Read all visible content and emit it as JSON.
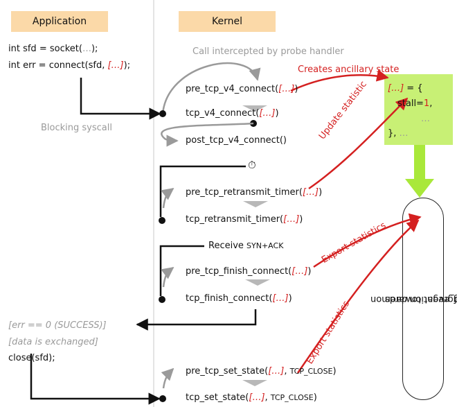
{
  "headers": {
    "application": "Application",
    "kernel": "Kernel"
  },
  "app": {
    "line1_pre": "int sfd = socket(",
    "line1_args": "…",
    "line1_post": ");",
    "line2_pre": "int err = connect(sfd, ",
    "line2_args": "[…]",
    "line2_post": ");",
    "blocking": "Blocking syscall",
    "result1": "[err == 0 (SUCCESS)]",
    "result2": "[data is exchanged]",
    "close": "close(sfd);"
  },
  "kernel": {
    "intercept": "Call intercepted by probe handler",
    "pre_connect": "pre_tcp_v4_connect(",
    "connect": "tcp_v4_connect(",
    "post_connect": "post_tcp_v4_connect()",
    "stopwatch": "⏱",
    "pre_retransmit": "pre_tcp_retransmit_timer(",
    "retransmit": "tcp_retransmit_timer(",
    "receive": "Receive ",
    "synack": "SYN+ACK",
    "pre_finish": "pre_tcp_finish_connect(",
    "finish": "tcp_finish_connect(",
    "pre_set_state": "pre_tcp_set_state(",
    "set_state": "tcp_set_state(",
    "tcp_close": "TCP_CLOSE",
    "args": "[…]",
    "close_paren": ")",
    "comma": ", "
  },
  "annotations": {
    "creates": "Creates ancillary state",
    "update": "Update statistic",
    "export1": "Export statistics",
    "export2": "Export statistics"
  },
  "state": {
    "line1_args": "[…]",
    "line1_rest": " = {",
    "line2_key": "stall=",
    "line2_val": "1",
    "line2_rest": ",",
    "line3": "…",
    "line4_pre": "}, ",
    "line4_ell": "…"
  },
  "daemon": {
    "line1": "perf_event towards",
    "line2": "aggregation daemon"
  },
  "colors": {
    "header": "#fbd9a8",
    "state_box": "#c8f075",
    "red": "#d42020",
    "gray": "#9a9a9a"
  }
}
